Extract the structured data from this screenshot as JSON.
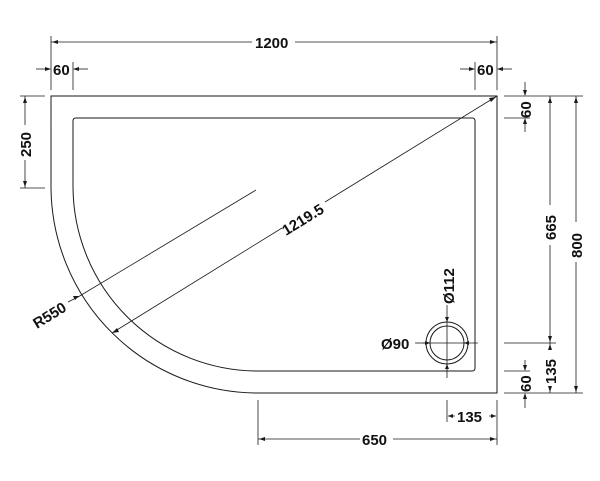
{
  "drawing": {
    "subject": "Quadrant shower tray plan view",
    "colors": {
      "line": "#1a1a1a",
      "background": "#ffffff",
      "text": "#111111"
    },
    "dimensions": {
      "overall_width": "1200",
      "overall_depth": "800",
      "rim_left": "60",
      "rim_right": "60",
      "rim_top": "60",
      "rim_bottom": "60",
      "straight_left_side": "250",
      "inner_depth_to_waste": "665",
      "waste_from_front": "135",
      "waste_from_right": "135",
      "front_straight_length": "650",
      "diagonal": "1219.5",
      "radius": "R550",
      "waste_outer_diameter": "Ø112",
      "waste_inner_diameter": "Ø90"
    }
  }
}
